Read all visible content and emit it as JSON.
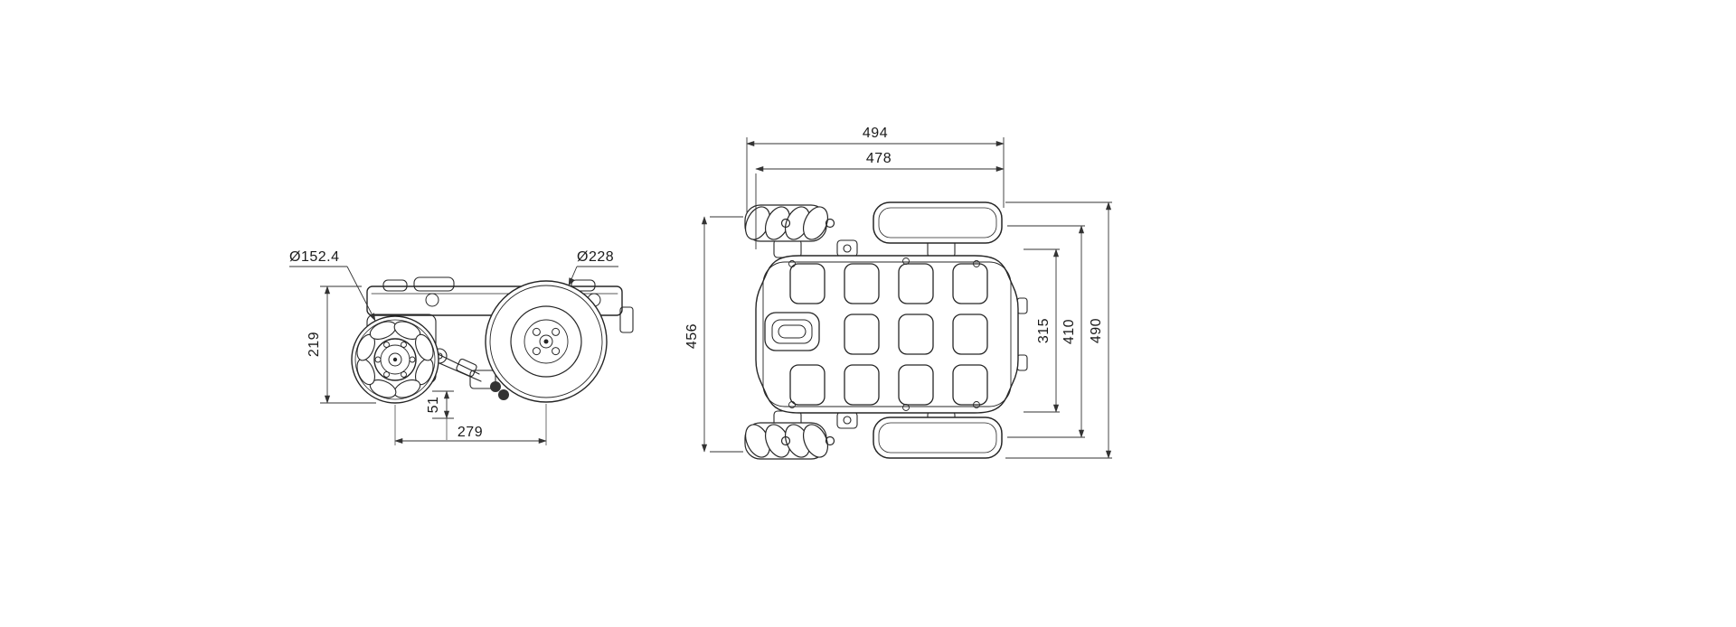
{
  "drawing": {
    "background": "#ffffff",
    "object_line_color": "#262626",
    "dimension_line_color": "#333333",
    "side_view": {
      "labels": {
        "mecanum_wheel_diameter": "Ø152.4",
        "drive_wheel_diameter": "Ø228",
        "body_height": "219",
        "axle_offset": "51",
        "wheelbase": "279"
      }
    },
    "top_view": {
      "labels": {
        "overall_width": "494",
        "body_width": "478",
        "left_side_length": "456",
        "inner_length": "315",
        "axle_spacing": "410",
        "overall_length": "490"
      }
    }
  }
}
